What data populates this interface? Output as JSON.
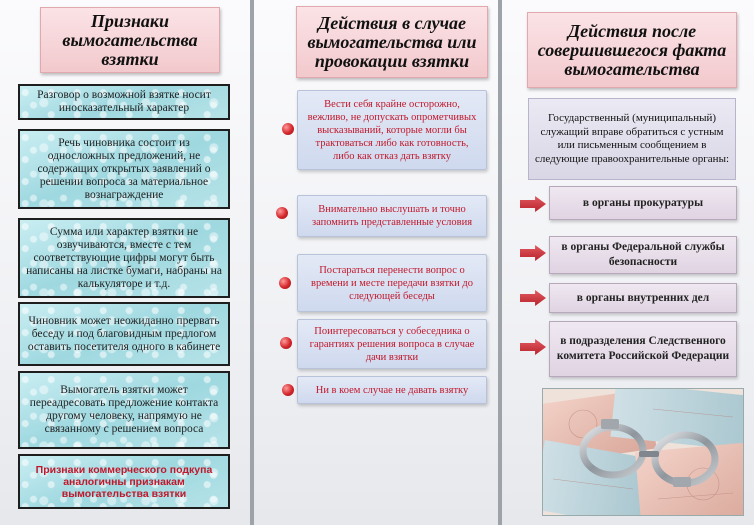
{
  "column1": {
    "title": "Признаки вымогательства взятки",
    "signs": [
      "Разговор о возможной взятке носит иносказательный характер",
      "Речь чиновника состоит из односложных предложений, не содержащих открытых заявлений о решении вопроса за материальное вознаграждение",
      "Сумма или характер взятки не озвучиваются, вместе с тем соответствующие цифры могут быть написаны на листке бумаги, набраны на калькуляторе и т.д.",
      "Чиновник может неожиданно прервать беседу и под благовидным предлогом оставить посетителя одного в кабинете",
      "Вымогатель взятки может переадресовать предложение контакта другому человеку, напрямую не связанному с решением вопроса",
      "Признаки коммерческого подкупа аналогичны признакам вымогательства взятки"
    ]
  },
  "column2": {
    "title": "Действия в случае вымогательства или провокации взятки",
    "actions": [
      "Вести себя крайне осторожно, вежливо, не допускать опрометчивых высказываний, которые могли бы трактоваться либо как готовность, либо как отказ дать взятку",
      "Внимательно выслушать и точно запомнить представленные условия",
      "Постараться перенести вопрос о времени и месте передачи взятки до следующей беседы",
      "Поинтересоваться у собеседника о гарантиях решения вопроса в случае дачи взятки",
      "Ни в коем случае не давать взятку"
    ]
  },
  "column3": {
    "title": "Действия после совершившегося факта вымогательства",
    "intro": "Государственный (муниципальный) служащий вправе обратиться с устным или письменным сообщением в следующие правоохранительные органы:",
    "organs": [
      "в органы прокуратуры",
      "в органы Федеральной службы безопасности",
      "в органы внутренних дел",
      "в подразделения Следственного комитета Российской Федерации"
    ]
  },
  "colors": {
    "accent_red": "#c0182b",
    "title_pink": "#f2c9cd",
    "sign_cyan": "#9fd8e0",
    "action_blue": "#cfd9ee",
    "organ_mauve": "#e0d3e2"
  },
  "icons": [
    "red-bullet-icon",
    "red-arrow-icon",
    "handcuffs-money-image"
  ]
}
